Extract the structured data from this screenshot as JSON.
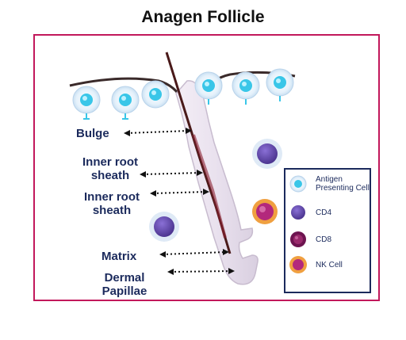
{
  "title": "Anagen Follicle",
  "labels": {
    "bulge": "Bulge",
    "inner_root_sheath_1": "Inner root sheath",
    "inner_root_sheath_2": "Inner root sheath",
    "matrix": "Matrix",
    "dermal_papillae": "Dermal Papillae"
  },
  "legend": {
    "antigen_presenting_cell": "Antigen Presenting Cell",
    "cd4": "CD4",
    "cd8": "CD8",
    "nk_cell": "NK Cell"
  },
  "colors": {
    "frame": "#c2185b",
    "label_text": "#1b2a5c",
    "apc": "#39c6e8",
    "cd4": "#6a4fb5",
    "cd8": "#8e1f62",
    "nk_cell_outer": "#f0a040",
    "nk_cell_inner": "#b3287c"
  }
}
